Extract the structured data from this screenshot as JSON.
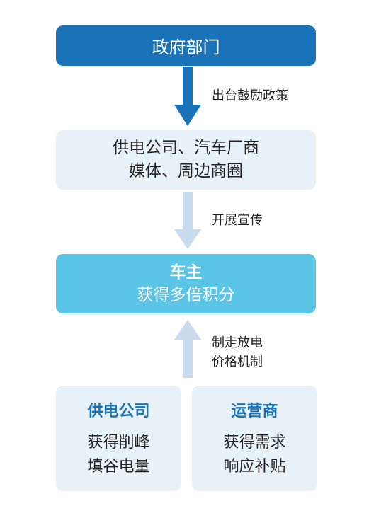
{
  "colors": {
    "primary": "#1a73b9",
    "light_box": "#e9f1f8",
    "accent": "#5bc5e8",
    "arrow_light": "#c8dcee"
  },
  "nodes": {
    "government": {
      "label": "政府部门"
    },
    "promoters": {
      "line1": "供电公司、汽车厂商",
      "line2": "媒体、周边商圈"
    },
    "car_owner": {
      "title": "车主",
      "line2": "获得多倍积分"
    },
    "power_company": {
      "title": "供电公司",
      "line1": "获得削峰",
      "line2": "填谷电量"
    },
    "operator": {
      "title": "运营商",
      "line1": "获得需求",
      "line2": "响应补贴"
    }
  },
  "edges": {
    "policy": {
      "label": "出台鼓励政策"
    },
    "publicity": {
      "label": "开展宣传"
    },
    "pricing": {
      "line1": "制走放电",
      "line2": "价格机制"
    }
  }
}
